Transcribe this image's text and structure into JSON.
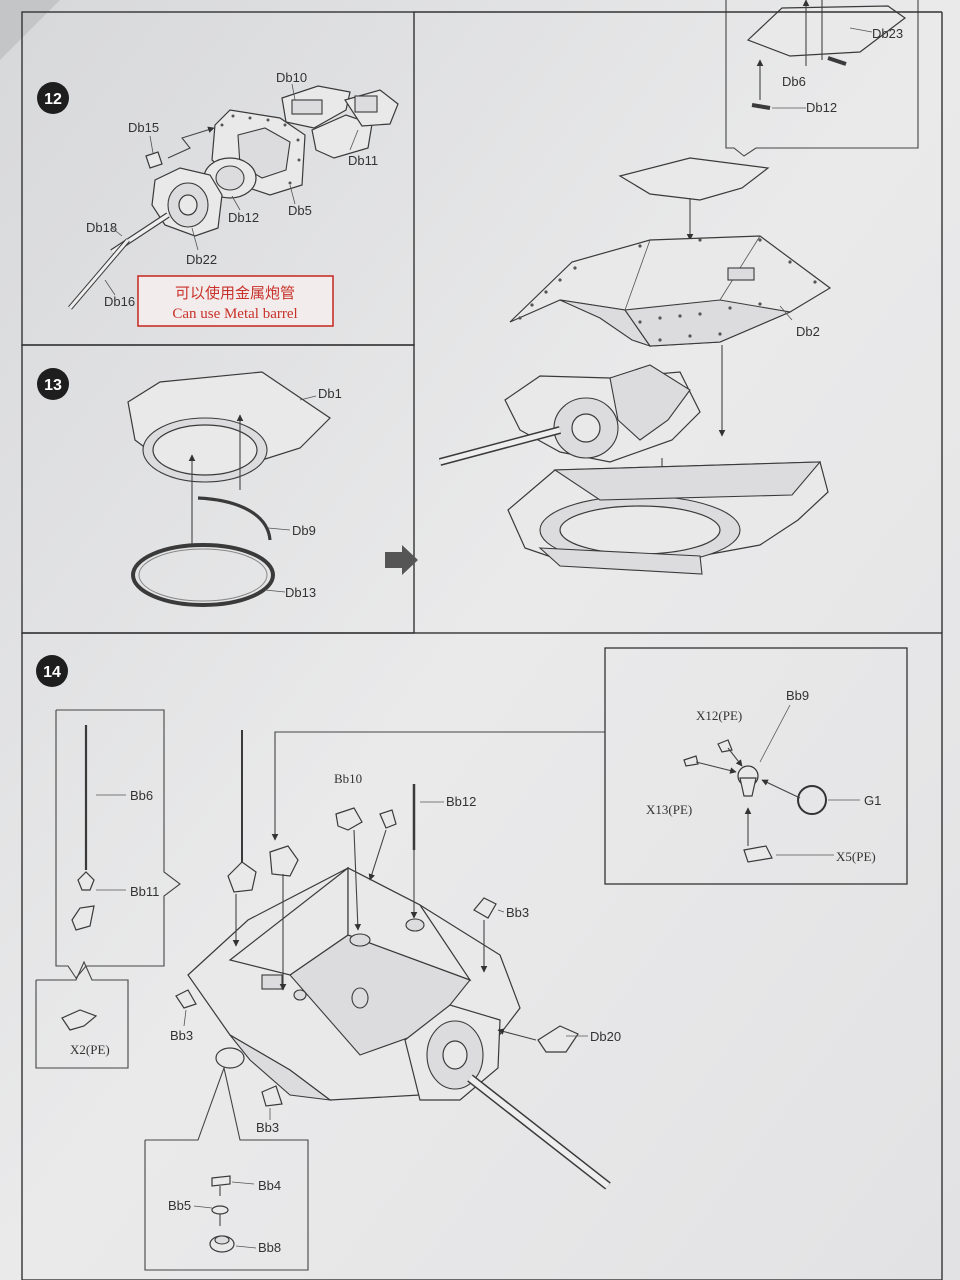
{
  "steps": {
    "s12": {
      "number": "12",
      "parts": {
        "db10": "Db10",
        "db15": "Db15",
        "db11": "Db11",
        "db12": "Db12",
        "db5": "Db5",
        "db18": "Db18",
        "db22": "Db22",
        "db16": "Db16"
      },
      "note_cn": "可以使用金属炮管",
      "note_en": "Can use  Metal barrel"
    },
    "s12b": {
      "parts": {
        "db23": "Db23",
        "db6": "Db6",
        "db12": "Db12",
        "db2": "Db2"
      }
    },
    "s13": {
      "number": "13",
      "parts": {
        "db1": "Db1",
        "db9": "Db9",
        "db13": "Db13"
      }
    },
    "s14": {
      "number": "14",
      "parts": {
        "bb6": "Bb6",
        "bb11": "Bb11",
        "x2": "X2(PE)",
        "bb10": "Bb10",
        "bb12": "Bb12",
        "bb3a": "Bb3",
        "bb3b": "Bb3",
        "bb3c": "Bb3",
        "db20": "Db20",
        "bb4": "Bb4",
        "bb5": "Bb5",
        "bb8": "Bb8",
        "bb9": "Bb9",
        "x12": "X12(PE)",
        "x13": "X13(PE)",
        "g1": "G1",
        "x5": "X5(PE)"
      }
    }
  },
  "colors": {
    "paper": "#ececed",
    "ink": "#3a3a3a",
    "note_red": "#c8322a",
    "badge": "#1e1e1e"
  }
}
